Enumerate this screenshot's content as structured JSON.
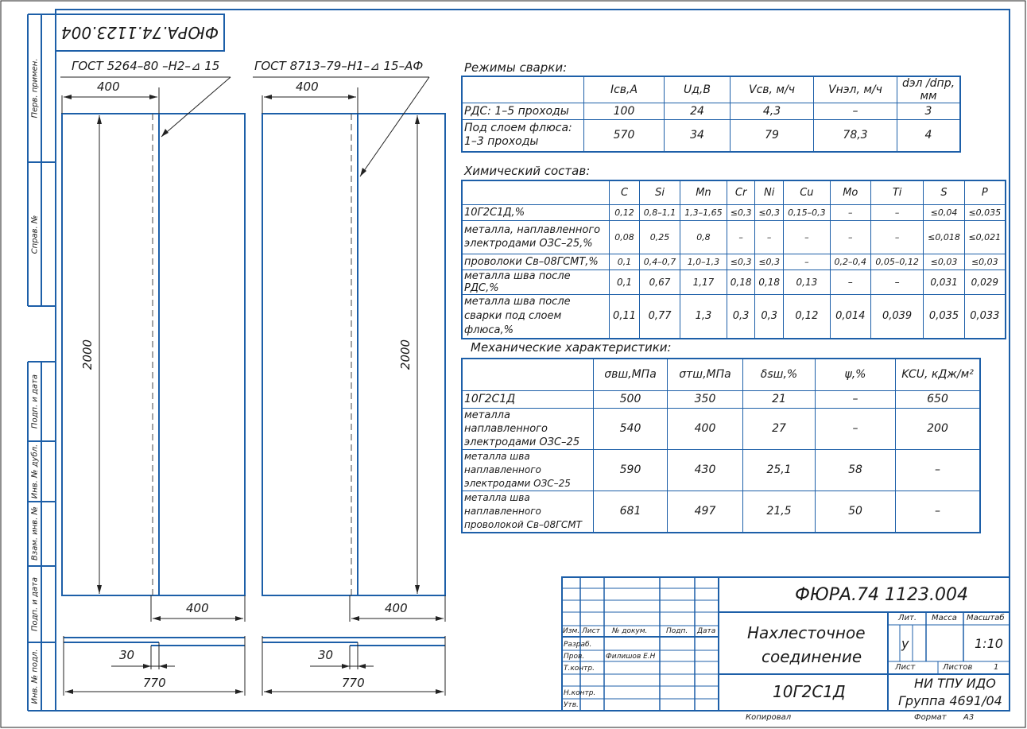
{
  "doc_code": "ФЮРА.74.1123.004",
  "doc_code_stamp": "ФЮРА.74 1123.004",
  "welds": {
    "left": {
      "gost": "ГОСТ 5264–80 –Н2–⊿ 15",
      "width": "400",
      "length": "2000",
      "bottom_width": "400",
      "thickness": "30",
      "total": "770"
    },
    "right": {
      "gost": "ГОСТ 8713–79–Н1–⊿ 15–АФ",
      "width": "400",
      "length": "2000",
      "bottom_width": "400",
      "thickness": "30",
      "total": "770"
    }
  },
  "modes": {
    "title": "Режимы сварки:",
    "headers": [
      "",
      "Iсв,А",
      "Uд,В",
      "Vсв, м/ч",
      "Vнэл, м/ч",
      "dэл /dпр, мм"
    ],
    "rows": [
      [
        "РДС: 1–5 проходы",
        "100",
        "24",
        "4,3",
        "–",
        "3"
      ],
      [
        "Под слоем флюса: 1–3 проходы",
        "570",
        "34",
        "79",
        "78,3",
        "4"
      ]
    ]
  },
  "chem": {
    "title": "Химический состав:",
    "headers": [
      "",
      "C",
      "Si",
      "Mn",
      "Cr",
      "Ni",
      "Cu",
      "Mo",
      "Ti",
      "S",
      "P"
    ],
    "rows": [
      [
        "10Г2С1Д,%",
        "0,12",
        "0,8–1,1",
        "1,3–1,65",
        "≤0,3",
        "≤0,3",
        "0,15–0,3",
        "–",
        "–",
        "≤0,04",
        "≤0,035"
      ],
      [
        "металла, наплавленного электродами ОЗС–25,%",
        "0,08",
        "0,25",
        "0,8",
        "–",
        "–",
        "–",
        "–",
        "–",
        "≤0,018",
        "≤0,021"
      ],
      [
        "проволоки Св–08ГСМТ,%",
        "0,1",
        "0,4–0,7",
        "1,0–1,3",
        "≤0,3",
        "≤0,3",
        "–",
        "0,2–0,4",
        "0,05–0,12",
        "≤0,03",
        "≤0,03"
      ],
      [
        "металла шва после РДС,%",
        "0,1",
        "0,67",
        "1,17",
        "0,18",
        "0,18",
        "0,13",
        "–",
        "–",
        "0,031",
        "0,029"
      ],
      [
        "металла шва после сварки под слоем флюса,%",
        "0,11",
        "0,77",
        "1,3",
        "0,3",
        "0,3",
        "0,12",
        "0,014",
        "0,039",
        "0,035",
        "0,033"
      ]
    ]
  },
  "mech": {
    "title": "Механические характеристики:",
    "headers": [
      "",
      "σвш,МПа",
      "σтш,МПа",
      "δsш,%",
      "ψ,%",
      "KCU, кДж/м²"
    ],
    "rows": [
      [
        "10Г2С1Д",
        "500",
        "350",
        "21",
        "–",
        "650"
      ],
      [
        "металла наплавленного электродами ОЗС–25",
        "540",
        "400",
        "27",
        "–",
        "200"
      ],
      [
        "металла шва наплавленного электродами ОЗС–25",
        "590",
        "430",
        "25,1",
        "58",
        "–"
      ],
      [
        "металла шва наплавленного проволокой Св–08ГСМТ",
        "681",
        "497",
        "21,5",
        "50",
        "–"
      ]
    ]
  },
  "sidebar": [
    "Перв. примен.",
    "Справ. №",
    "Подп. и дата",
    "Инв. № дубл.",
    "Взам. инв. №",
    "Подп. и дата",
    "Инв. № подл."
  ],
  "stamp": {
    "row_labels": [
      "Изм.",
      "Лист",
      "№ докум.",
      "Подп.",
      "Дата"
    ],
    "people": [
      {
        "role": "Разраб.",
        "name": ""
      },
      {
        "role": "Пров.",
        "name": "Филишов Е.Н"
      },
      {
        "role": "Т.контр.",
        "name": ""
      },
      {
        "role": "",
        "name": ""
      },
      {
        "role": "Н.контр.",
        "name": ""
      },
      {
        "role": "Утв.",
        "name": ""
      }
    ],
    "title_line1": "Нахлесточное",
    "title_line2": "соединение",
    "material": "10Г2С1Д",
    "lit_label": "Лит.",
    "lit_value": "у",
    "mass_label": "Масса",
    "scale_label": "Масштаб",
    "scale_value": "1:10",
    "sheet_label": "Лист",
    "sheets_label": "Листов",
    "sheets_value": "1",
    "org_line1": "НИ ТПУ  ИДО",
    "org_line2": "Группа 4691/04",
    "copied": "Копировал",
    "format": "Формат",
    "format_value": "А3"
  }
}
